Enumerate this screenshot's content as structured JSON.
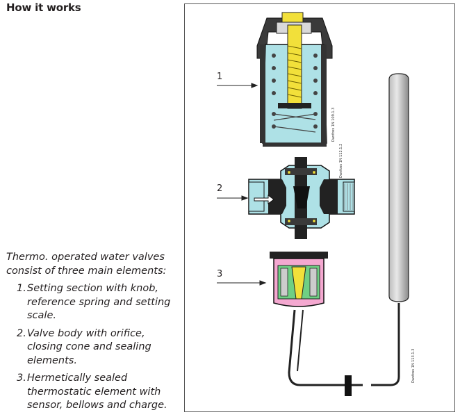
{
  "heading": "How it works",
  "intro": {
    "lead": "Thermo. operated water valves consist of three main elements:",
    "items": [
      {
        "num": "1.",
        "text": "Setting section with knob, reference spring and setting scale."
      },
      {
        "num": "2.",
        "text": "Valve body with orifice, closing cone and sealing elements."
      },
      {
        "num": "3.",
        "text": "Hermetically sealed thermostatic element with sensor, bellows and charge."
      }
    ]
  },
  "figure": {
    "callouts": [
      "1",
      "2",
      "3"
    ],
    "codes": [
      "Danfoss 1N 109.1.3",
      "Danfoss 1N 112.1.2",
      "Danfoss 1N 113.1.3"
    ]
  }
}
